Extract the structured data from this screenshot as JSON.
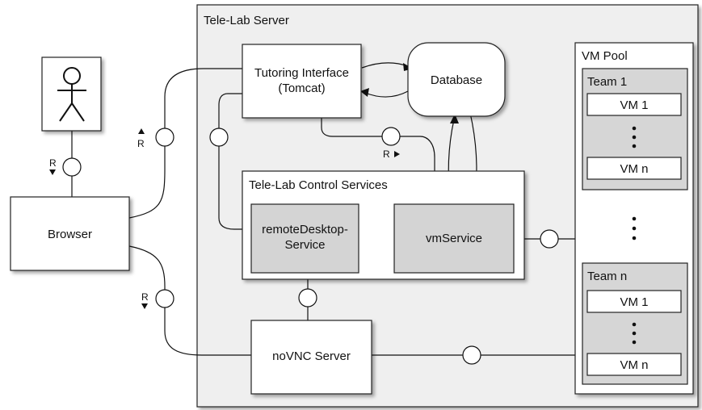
{
  "server": {
    "title": "Tele-Lab Server"
  },
  "tutoring": {
    "line1": "Tutoring Interface",
    "line2": "(Tomcat)"
  },
  "database": {
    "label": "Database"
  },
  "control": {
    "title": "Tele-Lab Control Services",
    "remote_line1": "remoteDesktop-",
    "remote_line2": "Service",
    "vm_service": "vmService"
  },
  "browser": {
    "label": "Browser"
  },
  "novnc": {
    "label": "noVNC Server"
  },
  "vm_pool": {
    "title": "VM Pool",
    "teams": [
      {
        "name": "Team 1",
        "vms": [
          "VM 1",
          "VM n"
        ]
      },
      {
        "name": "Team n",
        "vms": [
          "VM 1",
          "VM n"
        ]
      }
    ]
  },
  "interface_label": "R",
  "colors": {
    "server_bg": "#efefef",
    "service_bg": "#d4d4d4",
    "team_bg": "#d6d6d6",
    "box_border": "#222222"
  }
}
